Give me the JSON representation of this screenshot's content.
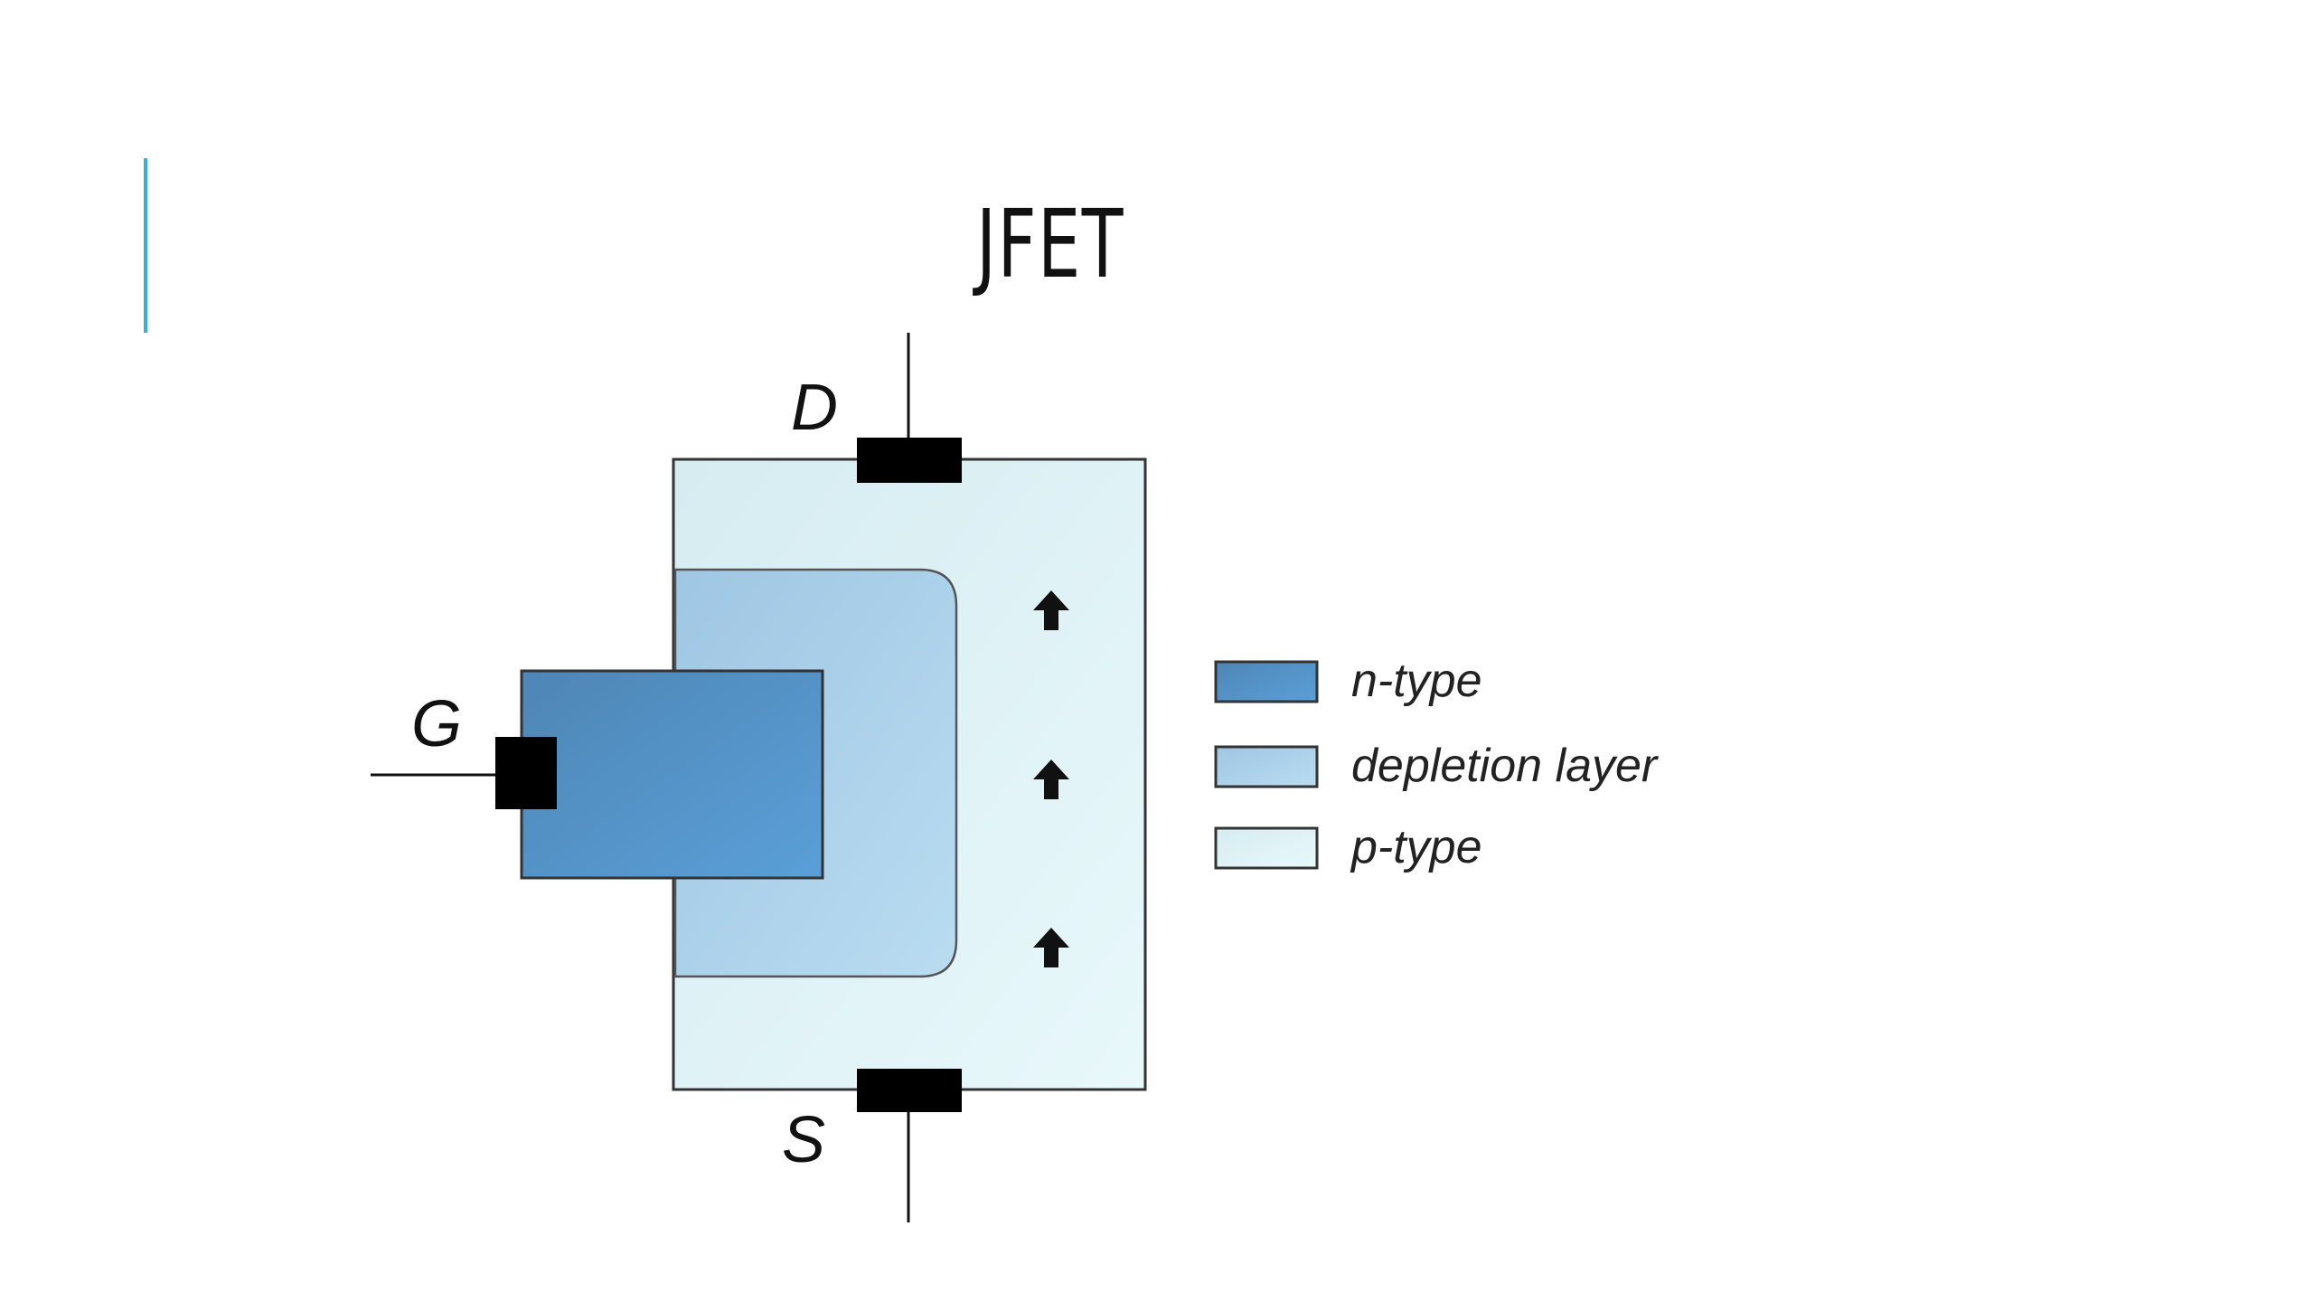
{
  "slide": {
    "title": "JFET",
    "accent_color": "#3AB0D8"
  },
  "diagram": {
    "terminals": {
      "drain": "D",
      "gate": "G",
      "source": "S"
    },
    "legend": [
      {
        "label": "n-type",
        "color": "#4F88C0"
      },
      {
        "label": "depletion layer",
        "color": "#A9CDE8"
      },
      {
        "label": "p-type",
        "color": "#DEF1F6"
      }
    ],
    "colors": {
      "n_type": "#4F88C0",
      "depletion_layer": "#A9CDE8",
      "p_type": "#DEF1F6",
      "contact": "#000000",
      "outline": "#333333"
    },
    "arrow_icon": "up-arrow-icon"
  }
}
